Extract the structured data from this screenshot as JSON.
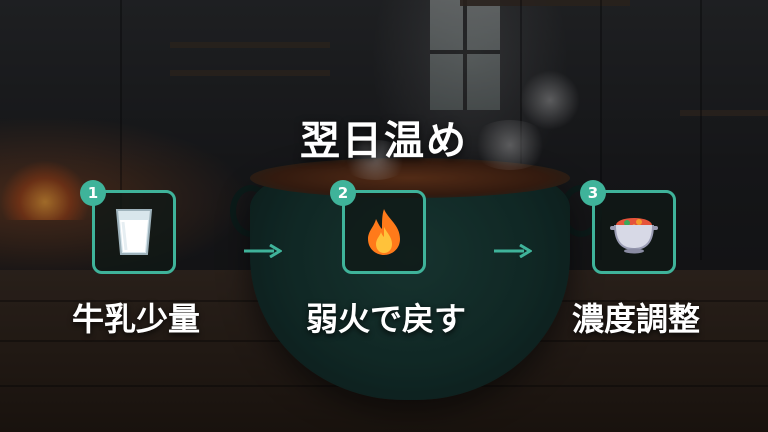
{
  "title": "翌日温め",
  "accent_color": "#3fb39a",
  "steps": [
    {
      "number": "1",
      "label": "牛乳少量",
      "icon": "milk-glass-icon"
    },
    {
      "number": "2",
      "label": "弱火で戻す",
      "icon": "fire-icon"
    },
    {
      "number": "3",
      "label": "濃度調整",
      "icon": "stew-pot-icon"
    }
  ],
  "connector_icon": "arrow-right-icon"
}
